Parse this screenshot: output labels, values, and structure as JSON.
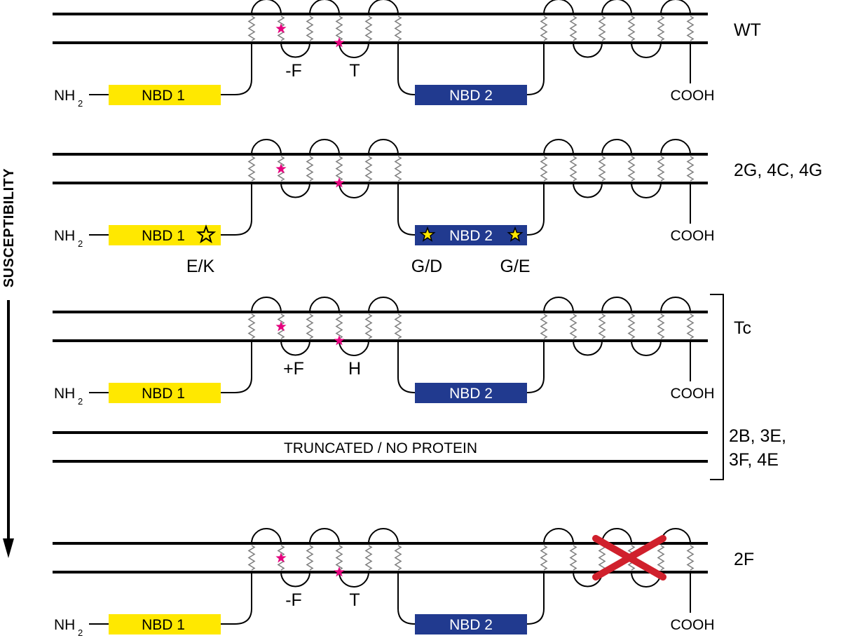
{
  "colors": {
    "nbd1_fill": "#FFE800",
    "nbd2_fill": "#213A8F",
    "nbd2_text": "#FFFFFF",
    "star_magenta": "#E6007E",
    "star_yellow": "#FFE800",
    "cross_red": "#D0202C",
    "helix_gray": "#808080"
  },
  "axis": {
    "label": "SUSCEPTIBILITY",
    "arrow": "down"
  },
  "common": {
    "nh": "NH",
    "nh_sub": "2",
    "cooh": "COOH",
    "nbd1": "NBD 1",
    "nbd2": "NBD 2"
  },
  "rows": [
    {
      "label": "WT",
      "mut_left": "-F",
      "mut_right": "T",
      "icons": [
        "magenta-star",
        "magenta-star"
      ]
    },
    {
      "label": "2G, 4C, 4G",
      "nbd1_mut": "E/K",
      "nbd2_mut_left": "G/D",
      "nbd2_mut_right": "G/E",
      "icons": [
        "magenta-star",
        "magenta-star",
        "outline-star",
        "yellow-star",
        "yellow-star"
      ]
    },
    {
      "label": "Tc",
      "mut_left": "+F",
      "mut_right": "H",
      "icons": [
        "magenta-star",
        "magenta-star"
      ]
    },
    {
      "label_lines": [
        "2B, 3E,",
        "3F, 4E"
      ],
      "text": "TRUNCATED / NO PROTEIN"
    },
    {
      "label": "2F",
      "mut_left": "-F",
      "mut_right": "T",
      "icons": [
        "magenta-star",
        "magenta-star",
        "red-cross"
      ]
    }
  ]
}
